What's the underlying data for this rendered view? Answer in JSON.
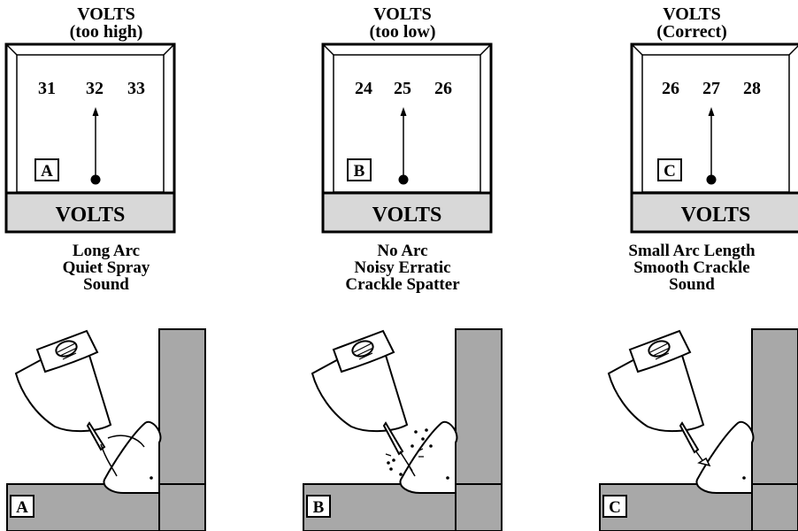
{
  "panels": [
    {
      "id": "A",
      "title": "VOLTS",
      "subtitle": "(too high)",
      "scale": [
        "31",
        "32",
        "33"
      ],
      "label": "A",
      "meter_label": "VOLTS",
      "description": [
        "Long Arc",
        "Quiet Spray",
        "Sound"
      ],
      "scene_label": "A"
    },
    {
      "id": "B",
      "title": "VOLTS",
      "subtitle": "(too low)",
      "scale": [
        "24",
        "25",
        "26"
      ],
      "label": "B",
      "meter_label": "VOLTS",
      "description": [
        "No Arc",
        "Noisy Erratic",
        "Crackle Spatter"
      ],
      "scene_label": "B"
    },
    {
      "id": "C",
      "title": "VOLTS",
      "subtitle": "(Correct)",
      "scale": [
        "26",
        "27",
        "28"
      ],
      "label": "C",
      "meter_label": "VOLTS",
      "description": [
        "Small Arc Length",
        "Smooth Crackle",
        "Sound"
      ],
      "scene_label": "C"
    }
  ],
  "colors": {
    "meter_band": "#d8d8d8",
    "plate": "#a8a8a8",
    "line": "#000000"
  }
}
